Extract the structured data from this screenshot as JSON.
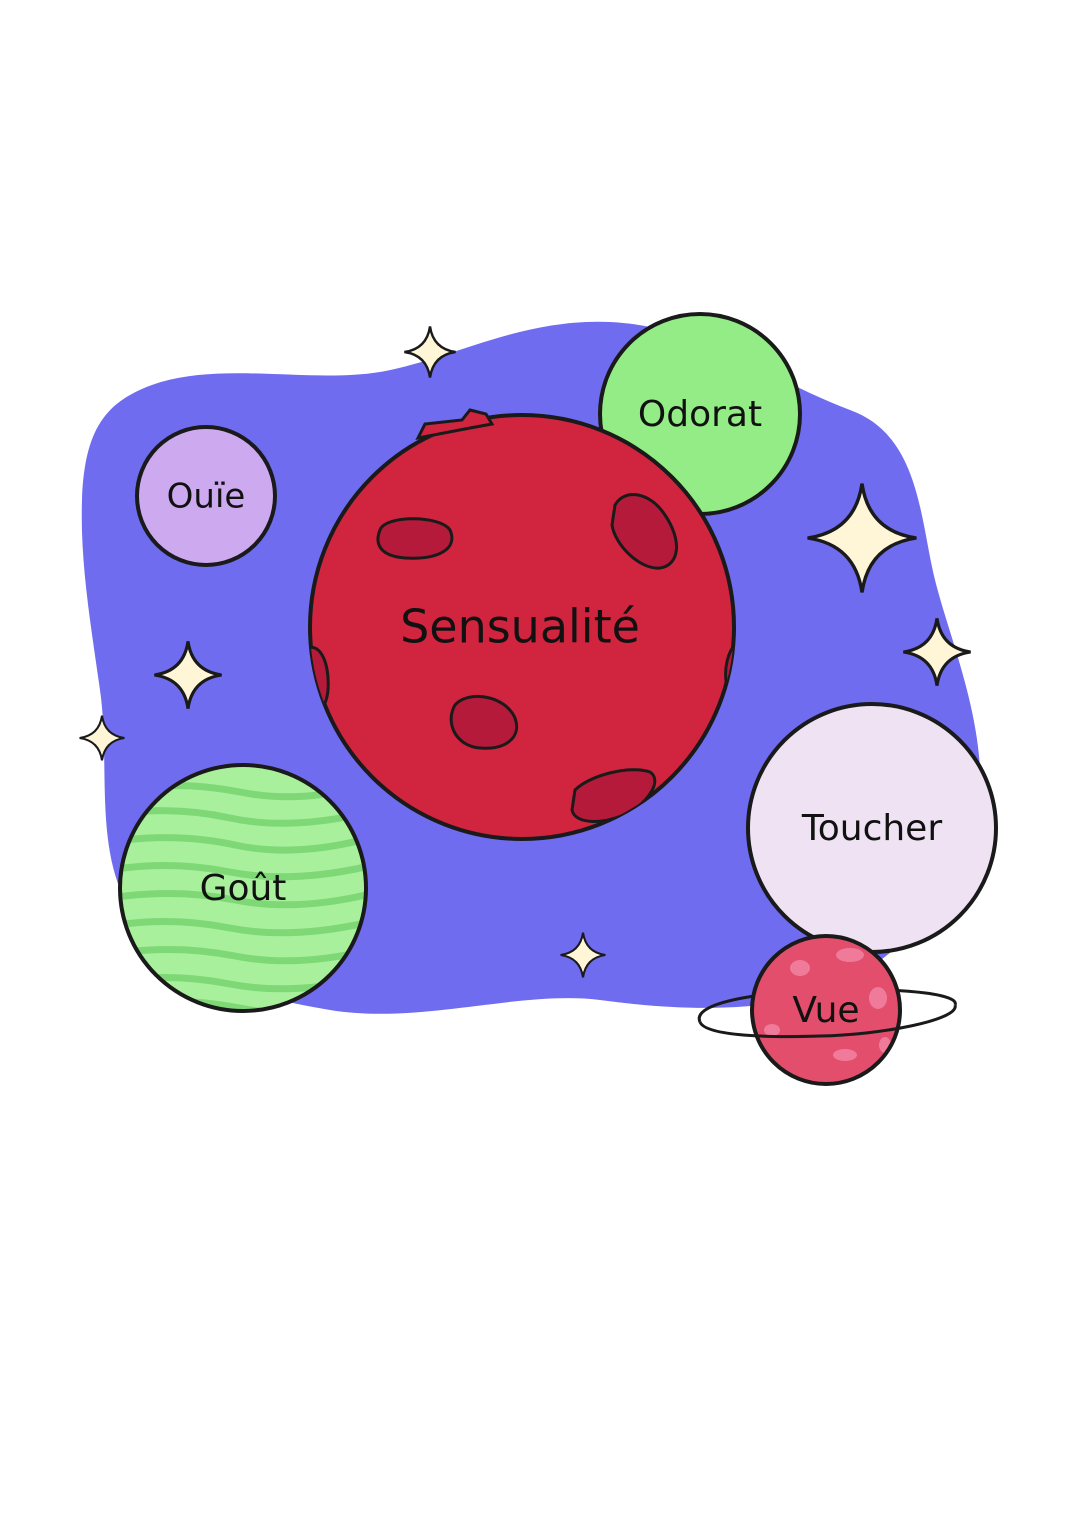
{
  "colors": {
    "space": "#6f6cf0",
    "outline": "#1a1a1a",
    "star": "#fff6d8",
    "sensualite": "#d1243f",
    "sensualite_craters": "#b51a3a",
    "odorat": "#93ec86",
    "ouie": "#cdaaf0",
    "gout": "#a9f09d",
    "gout_stripes": "#7fd876",
    "toucher": "#eee2f3",
    "vue": "#e24e6c",
    "vue_spots": "#f07a9a"
  },
  "planets": {
    "center": {
      "label": "Sensualité"
    },
    "odorat": {
      "label": "Odorat"
    },
    "ouie": {
      "label": "Ouïe"
    },
    "gout": {
      "label": "Goût"
    },
    "toucher": {
      "label": "Toucher"
    },
    "vue": {
      "label": "Vue"
    }
  },
  "icons": [
    "sparkle-star-icon"
  ]
}
